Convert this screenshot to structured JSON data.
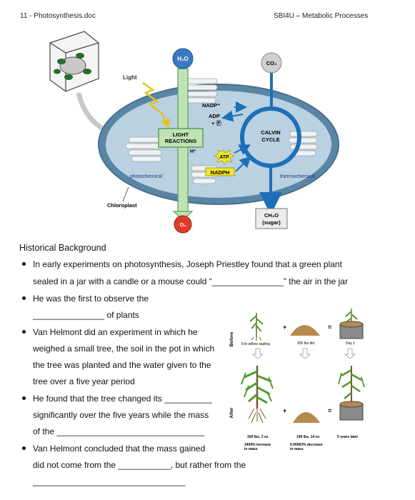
{
  "header": {
    "left": "11 - Photosynthesis.doc",
    "right": "SBI4U – Metabolic Processes"
  },
  "diagram": {
    "h2o": "H₂O",
    "co2": "CO₂",
    "o2": "O₂",
    "light": "Light",
    "nadp": "NADP⁺",
    "adp": "ADP",
    "pi": "+ Ⓟ",
    "light_reactions_1": "LIGHT",
    "light_reactions_2": "REACTIONS",
    "h": "H⁺",
    "atp": "ATP",
    "nadph": "NADPH",
    "calvin_1": "CALVIN",
    "calvin_2": "CYCLE",
    "photochemical": "photochemical",
    "thermochemical": "thermochemical",
    "chloroplast": "Chloroplast",
    "sugar_1": "CH₂O",
    "sugar_2": "(sugar)"
  },
  "content": {
    "title": "Historical Background",
    "lines": [
      "In early experiments on photosynthesis, Joseph Priestley found that a green plant",
      "sealed in a jar with a candle or a mouse could “_______________” the air in the jar",
      "He was the first to observe the",
      "_______________ of plants",
      "Van Helmont did an experiment in which he",
      "weighed a small tree, the soil in the pot in which",
      "the tree was planted and the water given to the",
      "tree over a five year period",
      "He found that the tree changed its __________",
      "significantly over the five years while the mass",
      "of the _______________________________",
      "Van Helmont concluded that the mass gained",
      "did not come from the ___________, but rather from the",
      "________________________________"
    ]
  },
  "helmont": {
    "before": "Before",
    "after": "After",
    "willow": "5 lb willow sapling",
    "soil": "200 lbs dirt",
    "day1": "Day 1",
    "tree_weight": "169 lbs, 3 oz",
    "soil_weight": "199 lbs, 14 oz",
    "years_later": "5 years later",
    "increase_1": "3400% increase",
    "increase_2": "in mass",
    "decrease_1": "0.00063% decrease",
    "decrease_2": "in mass",
    "plus": "+",
    "equals": "="
  }
}
